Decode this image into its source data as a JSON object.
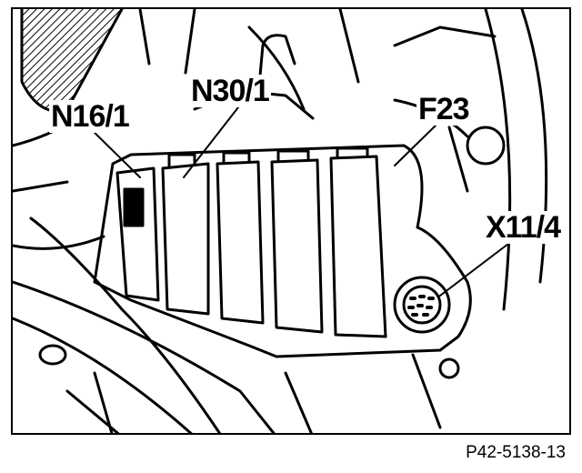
{
  "labels": {
    "n16": "N16/1",
    "n30": "N30/1",
    "f23": "F23",
    "x11": "X11/4"
  },
  "reference": "P42-5138-13",
  "colors": {
    "ink": "#000000",
    "paper": "#ffffff"
  }
}
